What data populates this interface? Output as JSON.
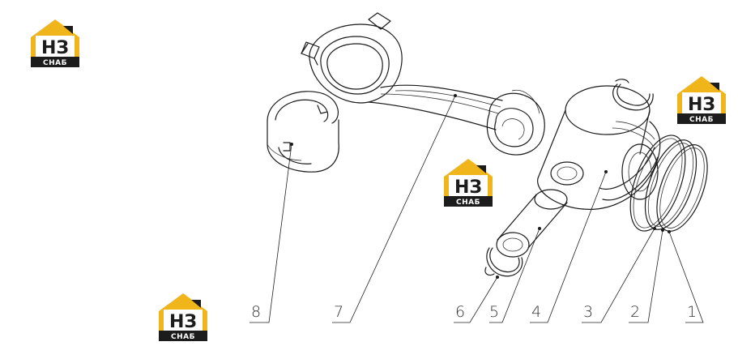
{
  "callouts": [
    {
      "label": "8"
    },
    {
      "label": "7"
    },
    {
      "label": "6"
    },
    {
      "label": "5"
    },
    {
      "label": "4"
    },
    {
      "label": "3"
    },
    {
      "label": "2"
    },
    {
      "label": "1"
    }
  ],
  "watermark": {
    "logo_letters": "НЗ",
    "logo_caption": "СНАБ"
  },
  "colors": {
    "logo_accent": "#f1b51c",
    "logo_dark": "#1c1c1c",
    "line": "#1a1a1a"
  }
}
